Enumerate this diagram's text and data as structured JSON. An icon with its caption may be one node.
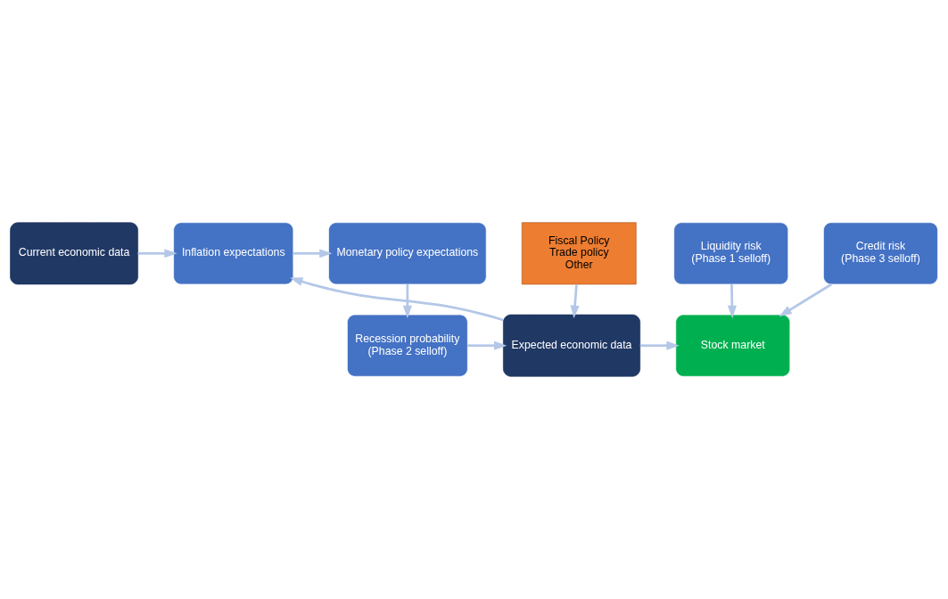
{
  "diagram": {
    "nodes": [
      {
        "text": [
          "Current economic data"
        ]
      },
      {
        "text": [
          "Inflation expectations"
        ]
      },
      {
        "text": [
          "Monetary policy expectations"
        ]
      },
      {
        "text": [
          "Recession probability",
          "(Phase 2 selloff)"
        ]
      },
      {
        "text": [
          "Expected economic data"
        ]
      },
      {
        "text": [
          "Stock market"
        ]
      },
      {
        "text": [
          "Liquidity risk",
          "(Phase 1 selloff)"
        ]
      },
      {
        "text": [
          "Credit risk",
          "(Phase 3 selloff)"
        ]
      },
      {
        "text": [
          "Fiscal Policy",
          "Trade policy",
          "Other"
        ]
      }
    ],
    "edges": [
      {
        "from": 0,
        "to": 1,
        "arrow": "to"
      },
      {
        "from": 1,
        "to": 2,
        "arrow": "to"
      },
      {
        "from": 2,
        "to": 3,
        "arrow": "to"
      },
      {
        "from": 3,
        "to": 4,
        "arrow": "to"
      },
      {
        "from": 4,
        "to": 1,
        "arrow": "to"
      },
      {
        "from": 4,
        "to": 5,
        "arrow": "to"
      },
      {
        "from": 6,
        "to": 5,
        "arrow": "to"
      },
      {
        "from": 7,
        "to": 5,
        "arrow": "to"
      },
      {
        "from": 8,
        "to": 4,
        "arrow": "to"
      }
    ]
  }
}
